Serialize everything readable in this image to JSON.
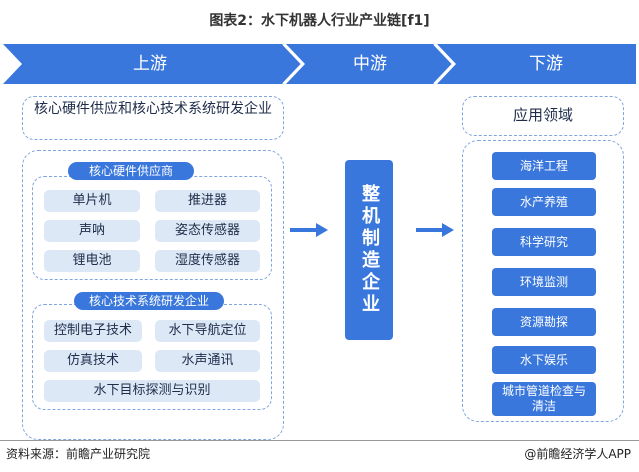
{
  "title": "图表2：水下机器人行业产业链[f1]",
  "stages": {
    "upstream": "上游",
    "midstream": "中游",
    "downstream": "下游"
  },
  "upstream": {
    "heading": "核心硬件供应和核心技术系统研发企业",
    "hardware": {
      "label": "核心硬件供应商",
      "items": [
        "单片机",
        "推进器",
        "声呐",
        "姿态传感器",
        "锂电池",
        "湿度传感器"
      ]
    },
    "tech": {
      "label": "核心技术系统研发企业",
      "items": [
        "控制电子技术",
        "水下导航定位",
        "仿真技术",
        "水声通讯",
        "水下目标探测与识别"
      ]
    }
  },
  "midstream": {
    "label": "整机制造企业"
  },
  "downstream": {
    "heading": "应用领域",
    "items": [
      "海洋工程",
      "水产养殖",
      "科学研究",
      "环境监测",
      "资源勘探",
      "水下娱乐",
      "城市管道检查与清洁"
    ]
  },
  "footer": {
    "source": "资料来源：前瞻产业研究院",
    "brand": "@前瞻经济学人APP"
  },
  "colors": {
    "banner": "#3a77dc",
    "item_fill": "#dde8f7",
    "dashed_border": "#7fa6e0"
  }
}
